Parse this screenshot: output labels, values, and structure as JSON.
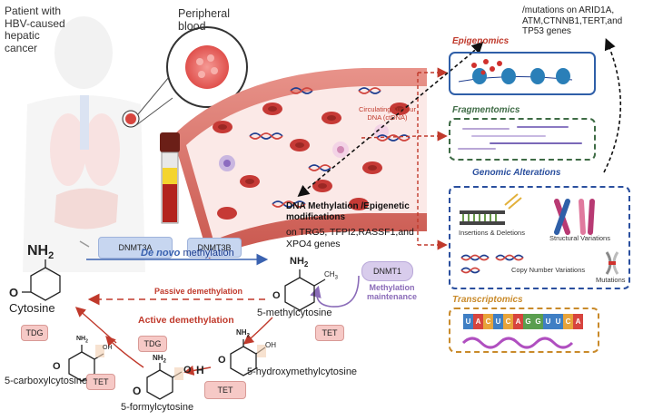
{
  "patient": {
    "line1": "Patient with",
    "line2": "HBV-caused",
    "line3": "hepatic",
    "line4": "cancer"
  },
  "blood": {
    "line1": "Peripheral",
    "line2": "blood"
  },
  "ctdna": {
    "line1": "Circulating Tumour",
    "line2": "DNA (ctDNA)"
  },
  "mutations_note": {
    "line1": "/mutations on ARID1A,",
    "line2": "ATM,CTNNB1,TERT,and",
    "line3": "TP53 genes"
  },
  "sections": {
    "epigenomics": "Epigenomics",
    "fragmentomics": "Fragmentomics",
    "genomic": "Genomic Alterations",
    "transcriptomics": "Transcriptomics"
  },
  "genomic_panel": {
    "indels": "Insertions & Deletions",
    "structural": "Structural Variations",
    "cnv": "Copy Number Variations",
    "mutations": "Mutations"
  },
  "rna_sequence": [
    "U",
    "A",
    "C",
    "U",
    "C",
    "A",
    "G",
    "G",
    "U",
    "U",
    "C",
    "A"
  ],
  "methylation_text": {
    "title1": "DNA Methylation /Epigenetic",
    "title2": "modifications",
    "genes1": "on TRG5, TFPI2,RASSF1,and",
    "genes2": "XPO4 genes"
  },
  "enzymes": {
    "dnmt3a": "DNMT3A",
    "dnmt3b": "DNMT3B",
    "dnmt1": "DNMT1",
    "tdg1": "TDG",
    "tdg2": "TDG",
    "tet1": "TET",
    "tet2": "TET",
    "tet3": "TET"
  },
  "pathway": {
    "denovo_italic": "De novo",
    "denovo_rest": " methylation",
    "passive": "Passive demethylation",
    "active": "Active demethylation",
    "maintenance1": "Methylation",
    "maintenance2": "maintenance"
  },
  "molecules": {
    "cytosine": "Cytosine",
    "methylcytosine": "5-methylcytosine",
    "hydroxymethyl": "5-hydroxymethylcytosine",
    "formyl": "5-formylcytosine",
    "carboxyl": "5-carboxylcytosine",
    "nh2": "NH",
    "nh2_sub": "2",
    "ch3": "CH",
    "ch3_sub": "3",
    "o": "O",
    "n": "N",
    "oh": "OH",
    "h": "H"
  },
  "colors": {
    "epi_blue": "#2f5fa8",
    "frag_green": "#3e6b45",
    "genomic_blue": "#2a4f9e",
    "trans_orange": "#c98a2a",
    "red_arrow": "#c0392b",
    "blue_arrow": "#3a62b0",
    "purple": "#8a6bb8",
    "enzyme_pink": "#f6c9c6",
    "enzyme_blue": "#c7d6f0"
  }
}
